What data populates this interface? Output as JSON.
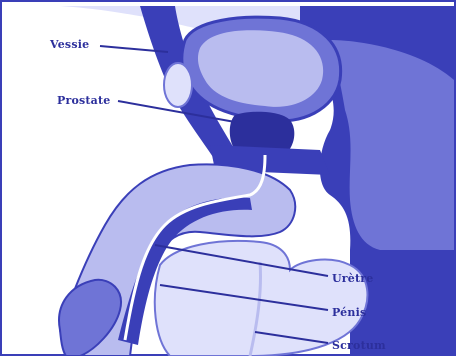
{
  "figure": {
    "labels": {
      "vessie": "Vessie",
      "prostate": "Prostate",
      "uretre": "Urètre",
      "penis": "Pénis",
      "scrotum": "Scrotum"
    }
  },
  "colors": {
    "background": "#ffffff",
    "ink": "#2c2f9c",
    "dark_blue": "#3a3fb8",
    "mid_blue": "#6f74d6",
    "light_blue": "#b9bcef",
    "pale_blue": "#dfe1fb",
    "white": "#ffffff"
  }
}
